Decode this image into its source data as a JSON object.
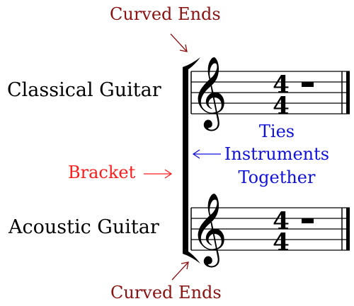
{
  "labels": {
    "curved_ends_top": "Curved Ends",
    "curved_ends_bottom": "Curved Ends",
    "instrument_top": "Classical Guitar",
    "instrument_bottom": "Acoustic Guitar",
    "bracket": "Bracket",
    "ties_line1": "Ties",
    "ties_line2": "Instruments",
    "ties_line3": "Together"
  },
  "score": {
    "staves": 2,
    "time_signature": {
      "numerator": "4",
      "denominator": "4"
    },
    "clef": "treble",
    "measure_content": "whole-rest"
  },
  "colors": {
    "curved_ends": "#8b1010",
    "bracket_label": "#ff1a1a",
    "ties_label": "#1010dd",
    "notation": "#000000"
  }
}
